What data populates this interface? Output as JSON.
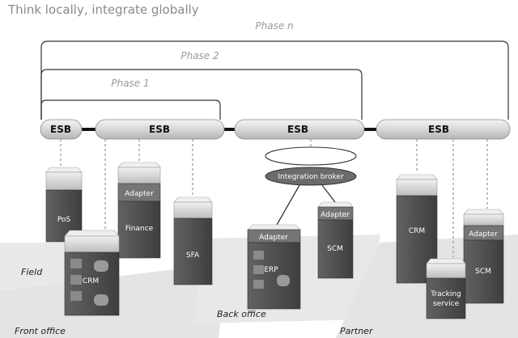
{
  "title": "Think locally, integrate globally",
  "phases": {
    "p1": "Phase 1",
    "p2": "Phase 2",
    "pn": "Phase n"
  },
  "bus": {
    "seg1": "ESB",
    "seg2": "ESB",
    "seg3": "ESB",
    "seg4": "ESB"
  },
  "boxes": {
    "pos": "PoS",
    "crm_front": "CRM",
    "adapter_finance": "Adapter",
    "finance": "Finance",
    "sfa": "SFA",
    "adapter_erp": "Adapter",
    "erp": "ERP",
    "adapter_scm": "Adapter",
    "scm": "SCM",
    "crm_partner": "CRM",
    "tracking_1": "Tracking",
    "tracking_2": "service",
    "adapter_scm_partner": "Adapter",
    "scm_partner": "SCM"
  },
  "broker": "Integration broker",
  "zones": {
    "field": "Field",
    "front": "Front office",
    "back": "Back office",
    "partner": "Partner"
  },
  "colors": {
    "box_dark": "#4e4e4e",
    "box_light": "#d2d2d2",
    "floor": "#e6e6e6",
    "bus": "#d8d8d8"
  }
}
